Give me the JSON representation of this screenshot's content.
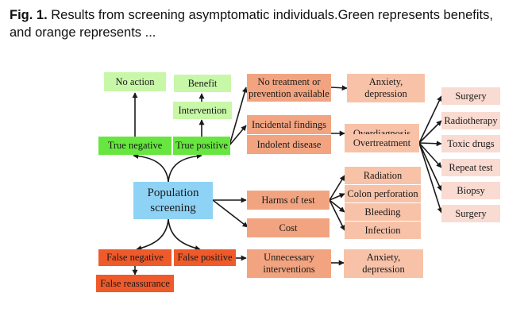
{
  "caption": {
    "label": "Fig. 1.",
    "text": " Results from screening asymptomatic individuals.Green represents benefits, and orange represents ..."
  },
  "colors": {
    "benefit_light": "#c8f7a8",
    "benefit": "#66e63f",
    "population": "#8ed3f5",
    "harm_primary": "#f2a481",
    "harm_secondary": "#f8c2a8",
    "harm_tertiary": "#fadbd1",
    "false_result": "#ef5a2a",
    "edge": "#1a1a1a"
  },
  "nodes": {
    "no_action": "No action",
    "true_negative": "True negative",
    "benefit": "Benefit",
    "intervention": "Intervention",
    "true_positive": "True positive",
    "no_treatment": [
      "No treatment or",
      "prevention available"
    ],
    "anxiety_1": [
      "Anxiety,",
      "depression"
    ],
    "incidental_findings": "Incidental findings",
    "indolent_disease": "Indolent disease",
    "overdiagnosis": "Overdiagnosis",
    "overtreatment": "Overtreatment",
    "surgery_1": "Surgery",
    "radiotherapy": "Radiotherapy",
    "toxic_drugs": "Toxic drugs",
    "repeat_test": "Repeat test",
    "biopsy": "Biopsy",
    "surgery_2": "Surgery",
    "population_screening": [
      "Population",
      "screening"
    ],
    "harms_of_test": "Harms of test",
    "radiation": "Radiation",
    "colon_perforation": "Colon perforation",
    "bleeding": "Bleeding",
    "infection": "Infection",
    "cost": "Cost",
    "false_negative": "False negative",
    "false_positive": "False positive",
    "false_reassurance": "False reassurance",
    "unnecessary": [
      "Unnecessary",
      "interventions"
    ],
    "anxiety_2": [
      "Anxiety,",
      "depression"
    ]
  }
}
